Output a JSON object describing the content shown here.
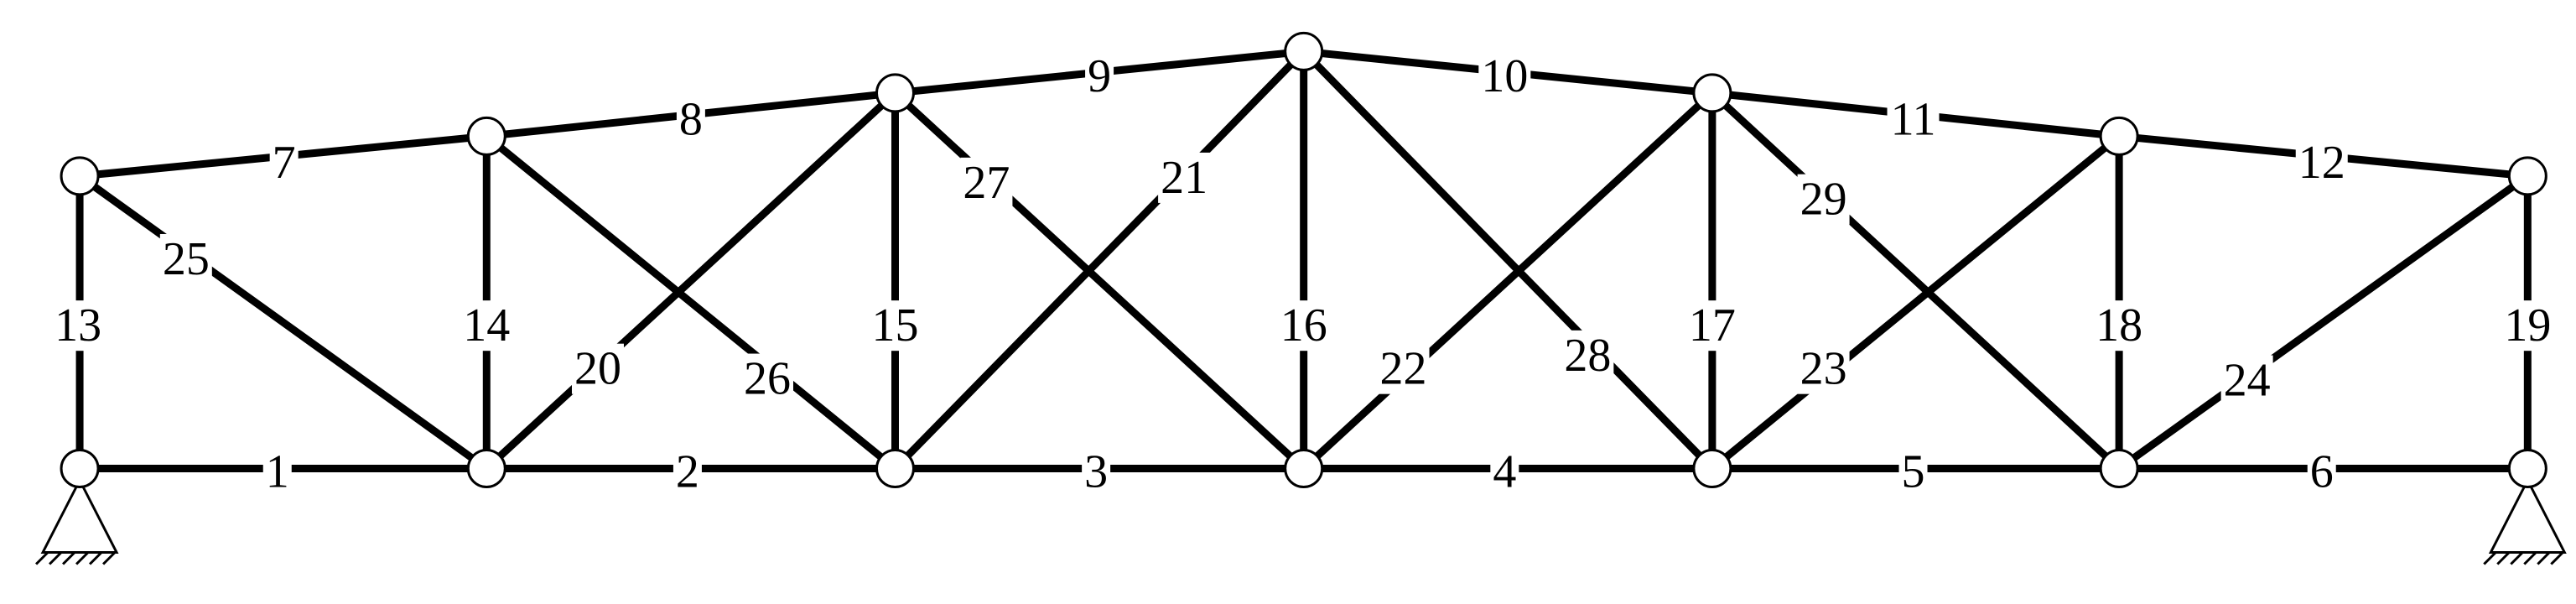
{
  "colors": {
    "member": "#000000",
    "node_fill": "#ffffff",
    "background": "#ffffff"
  },
  "nodes": [
    {
      "id": "n0"
    },
    {
      "id": "n1"
    },
    {
      "id": "n2"
    },
    {
      "id": "n3"
    },
    {
      "id": "n4"
    },
    {
      "id": "n5"
    },
    {
      "id": "n6"
    },
    {
      "id": "n7"
    },
    {
      "id": "n8"
    },
    {
      "id": "n9"
    },
    {
      "id": "n10"
    },
    {
      "id": "n11"
    },
    {
      "id": "n12"
    },
    {
      "id": "n13"
    }
  ],
  "members": [
    {
      "label": "1",
      "from": "n0",
      "to": "n1"
    },
    {
      "label": "2",
      "from": "n1",
      "to": "n2"
    },
    {
      "label": "3",
      "from": "n2",
      "to": "n3"
    },
    {
      "label": "4",
      "from": "n3",
      "to": "n4"
    },
    {
      "label": "5",
      "from": "n4",
      "to": "n5"
    },
    {
      "label": "6",
      "from": "n5",
      "to": "n6"
    },
    {
      "label": "7",
      "from": "n7",
      "to": "n8"
    },
    {
      "label": "8",
      "from": "n8",
      "to": "n9"
    },
    {
      "label": "9",
      "from": "n9",
      "to": "n10"
    },
    {
      "label": "10",
      "from": "n10",
      "to": "n11"
    },
    {
      "label": "11",
      "from": "n11",
      "to": "n12"
    },
    {
      "label": "12",
      "from": "n12",
      "to": "n13"
    },
    {
      "label": "13",
      "from": "n0",
      "to": "n7"
    },
    {
      "label": "14",
      "from": "n1",
      "to": "n8"
    },
    {
      "label": "15",
      "from": "n2",
      "to": "n9"
    },
    {
      "label": "16",
      "from": "n3",
      "to": "n10"
    },
    {
      "label": "17",
      "from": "n4",
      "to": "n11"
    },
    {
      "label": "18",
      "from": "n5",
      "to": "n12"
    },
    {
      "label": "19",
      "from": "n6",
      "to": "n13"
    },
    {
      "label": "20",
      "from": "n1",
      "to": "n9"
    },
    {
      "label": "21",
      "from": "n2",
      "to": "n10"
    },
    {
      "label": "22",
      "from": "n3",
      "to": "n11"
    },
    {
      "label": "23",
      "from": "n4",
      "to": "n12"
    },
    {
      "label": "24",
      "from": "n5",
      "to": "n13"
    },
    {
      "label": "25",
      "from": "n7",
      "to": "n1"
    },
    {
      "label": "26",
      "from": "n8",
      "to": "n2"
    },
    {
      "label": "27",
      "from": "n9",
      "to": "n3"
    },
    {
      "label": "28",
      "from": "n10",
      "to": "n4"
    },
    {
      "label": "29",
      "from": "n11",
      "to": "n5"
    }
  ],
  "supports": [
    {
      "node": "n0",
      "type": "pinned"
    },
    {
      "node": "n6",
      "type": "pinned"
    }
  ]
}
